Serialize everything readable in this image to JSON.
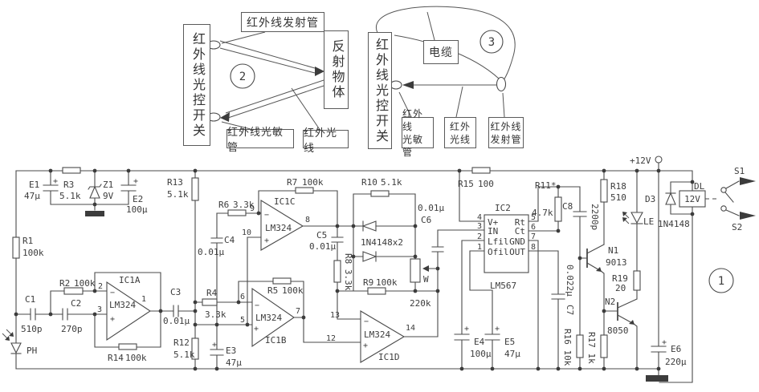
{
  "figure": {
    "bg": "#ffffff",
    "ink": "#3c3c3c"
  },
  "d2": {
    "num": "2",
    "switch_box": "红外线光控开关",
    "emitter": "红外线发射管",
    "reflector": "反射物体",
    "sensor": "红外线光敏管",
    "ray": "红外光线"
  },
  "d3": {
    "num": "3",
    "switch_box": "红外线光控开关",
    "cable": "电缆",
    "sensor_l1": "红外线",
    "sensor_l2": "光敏管",
    "ray_l1": "红外",
    "ray_l2": "光线",
    "emit_l1": "红外线",
    "emit_l2": "发射管"
  },
  "s": {
    "num": "1",
    "pwr": "+12V",
    "plus": "+",
    "minus": "−",
    "pins": {
      "1": "1",
      "2": "2",
      "3": "3",
      "4": "4",
      "5": "5",
      "6": "6",
      "7": "7",
      "8": "8",
      "9": "9",
      "10": "10",
      "12": "12",
      "13": "13",
      "14": "14"
    },
    "lm324": "LM324",
    "ic1a": "IC1A",
    "ic1b": "IC1B",
    "ic1c": "IC1C",
    "ic1d": "IC1D",
    "ic2": "IC2",
    "lm567": "LM567",
    "vplus": "V+",
    "in": "IN",
    "lfil": "Lfil",
    "ofil": "Ofil",
    "rt": "Rt",
    "ct": "Ct",
    "gnd": "GND",
    "out": "OUT",
    "r1": "R1",
    "r1v": "100k",
    "r2": "R2",
    "r2v": "100k",
    "r3": "R3",
    "r3v": "5.1k",
    "r4": "R4",
    "r4v": "3.3k",
    "r5": "R5",
    "r5v": "100k",
    "r6": "R6",
    "r6v": "3.3k",
    "r7": "R7",
    "r7v": "100k",
    "r8": "R8 3.3k",
    "r9": "R9",
    "r9v": "100k",
    "r10": "R10",
    "r10v": "5.1k",
    "r11": "R11*",
    "r11v": "4.7k",
    "r12": "R12",
    "r12v": "5.1k",
    "r13": "R13",
    "r13v": "5.1k",
    "r14": "R14",
    "r14v": "100k",
    "r15": "R15",
    "r15v": "100",
    "r16": "R16 10k",
    "r17": "R17 1k",
    "r18": "R18",
    "r18v": "510",
    "r19": "R19",
    "r19v": "20",
    "c1": "C1",
    "c1v": "510p",
    "c2": "C2",
    "c2v": "270p",
    "c3": "C3",
    "c3v": "0.01µ",
    "c4": "C4",
    "c4v": "0.01µ",
    "c5": "C5",
    "c5v": "0.01µ",
    "c6": "C6",
    "c6v": "0.01µ",
    "c7": "C7",
    "c7v": "0.022µ",
    "c8": "C8",
    "c8v": "2200p",
    "e1": "E1",
    "e1v": "47µ",
    "e2": "E2",
    "e2v": "100µ",
    "e3": "E3",
    "e3v": "47µ",
    "e4": "E4",
    "e4v": "100µ",
    "e5": "E5",
    "e5v": "47µ",
    "e6": "E6",
    "e6v": "220µ",
    "z1": "Z1",
    "z1v": "9V",
    "d3": "D3",
    "d3v": "1N4148",
    "dd": "1N4148x2",
    "ph": "PH",
    "le": "LE",
    "n1": "N1",
    "n1v": "9013",
    "n2": "N2",
    "n2v": "8050",
    "w": "W",
    "wv": "220k",
    "dl": "DL",
    "dlv": "12V",
    "s1": "S1",
    "s2": "S2"
  }
}
